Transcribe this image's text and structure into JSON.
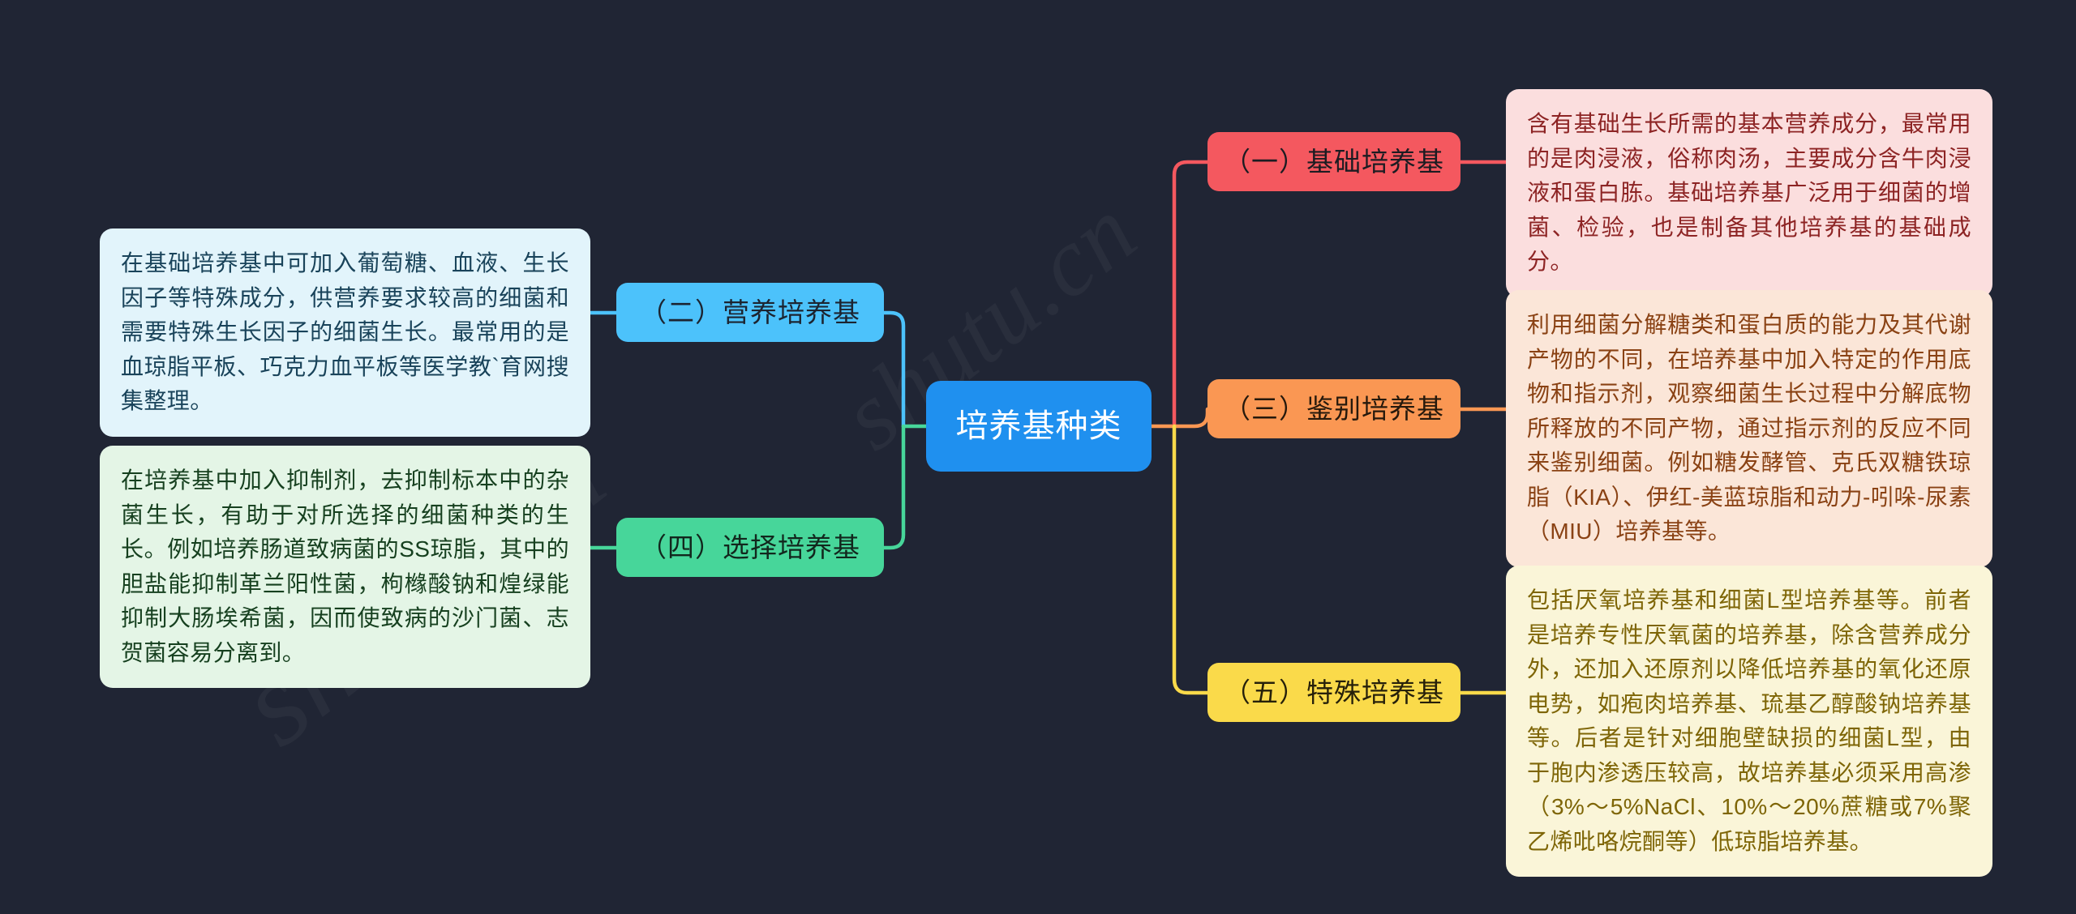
{
  "canvas": {
    "background_color": "#202534",
    "watermark_text": "shutu.cn"
  },
  "mindmap": {
    "root": {
      "label": "培养基种类",
      "color": "#1f90ef",
      "text_color": "#ffffff"
    },
    "branches": [
      {
        "id": "basic",
        "label": "（一）基础培养基",
        "node_color": "#f4585f",
        "edge_color": "#f4585f",
        "side": "right",
        "detail": "含有基础生长所需的基本营养成分，最常用的是肉浸液，俗称肉汤，主要成分含牛肉浸液和蛋白胨。基础培养基广泛用于细菌的增菌、检验，也是制备其他培养基的基础成分。",
        "detail_bg": "#fbdede",
        "detail_color": "#8d2424"
      },
      {
        "id": "nutrient",
        "label": "（二）营养培养基",
        "node_color": "#4cc2fb",
        "edge_color": "#4cc2fb",
        "side": "left",
        "detail": "在基础培养基中可加入葡萄糖、血液、生长因子等特殊成分，供营养要求较高的细菌和需要特殊生长因子的细菌生长。最常用的是血琼脂平板、巧克力血平板等医学教`育网搜集整理。",
        "detail_bg": "#e2f4fb",
        "detail_color": "#19435a"
      },
      {
        "id": "differential",
        "label": "（三）鉴别培养基",
        "node_color": "#fa9753",
        "edge_color": "#fa9753",
        "side": "right",
        "detail": "利用细菌分解糖类和蛋白质的能力及其代谢产物的不同，在培养基中加入特定的作用底物和指示剂，观察细菌生长过程中分解底物所释放的不同产物，通过指示剂的反应不同来鉴别细菌。例如糖发酵管、克氏双糖铁琼脂（KIA）、伊红-美蓝琼脂和动力-吲哚-尿素（MIU）培养基等。",
        "detail_bg": "#fbe6d8",
        "detail_color": "#8a4214"
      },
      {
        "id": "selective",
        "label": "（四）选择培养基",
        "node_color": "#47d69a",
        "edge_color": "#47d69a",
        "side": "left",
        "detail": "在培养基中加入抑制剂，去抑制标本中的杂菌生长，有助于对所选择的细菌种类的生长。例如培养肠道致病菌的SS琼脂，其中的胆盐能抑制革兰阳性菌，枸橼酸钠和煌绿能抑制大肠埃希菌，因而使致病的沙门菌、志贺菌容易分离到。",
        "detail_bg": "#e4f5e6",
        "detail_color": "#16401f"
      },
      {
        "id": "special",
        "label": "（五）特殊培养基",
        "node_color": "#fada4a",
        "edge_color": "#fada4a",
        "side": "right",
        "detail": "包括厌氧培养基和细菌L型培养基等。前者是培养专性厌氧菌的培养基，除含营养成分外，还加入还原剂以降低培养基的氧化还原电势，如疱肉培养基、琉基乙醇酸钠培养基等。后者是针对细胞壁缺损的细菌L型，由于胞内渗透压较高，故培养基必须采用高渗（3%～5%NaCl、10%～20%蔗糖或7%聚乙烯吡咯烷酮等）低琼脂培养基。",
        "detail_bg": "#faf5d8",
        "detail_color": "#7e6506"
      }
    ]
  }
}
